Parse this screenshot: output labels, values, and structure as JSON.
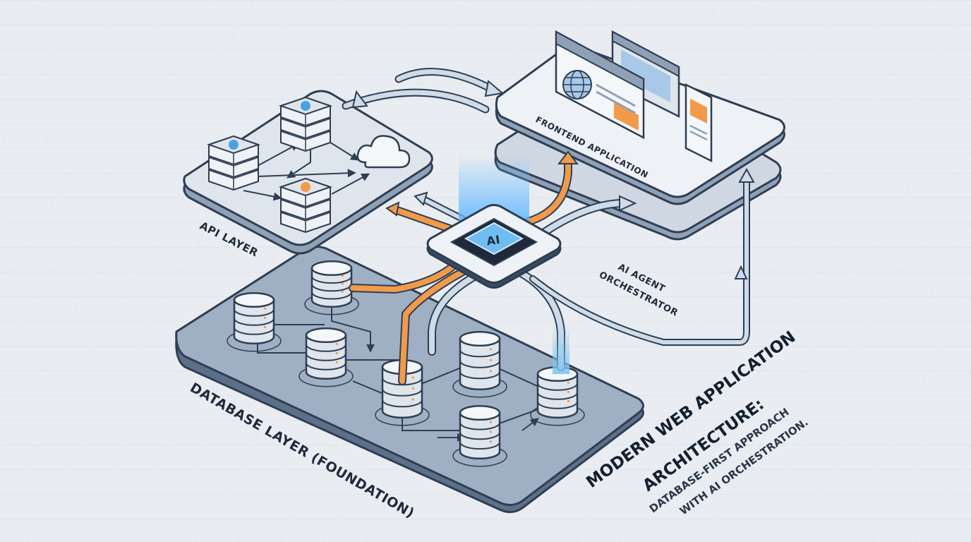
{
  "labels": {
    "api_layer": "API LAYER",
    "frontend": "FRONTEND APPLICATION",
    "orchestrator_line1": "AI AGENT",
    "orchestrator_line2": "ORCHESTRATOR",
    "database": "DATABASE LAYER (FOUNDATION)",
    "chip": "AI"
  },
  "title": {
    "line1": "MODERN WEB APPLICATION",
    "line2": "ARCHITECTURE:",
    "line3": "DATABASE-FIRST APPROACH",
    "line4": "WITH AI ORCHESTRATION."
  },
  "icons": [
    "server-stack-icon",
    "cloud-icon",
    "globe-icon",
    "browser-window-icon",
    "mobile-phone-icon",
    "database-cylinder-icon",
    "ai-chip-icon"
  ],
  "colors": {
    "background": "#e9edf2",
    "platform": "#dde4ec",
    "database_platform": "#8fa1b6",
    "outline": "#2f3e52",
    "accent_orange": "#f19a4a",
    "accent_blue": "#4aa3e0",
    "flow_blue": "#b8c8da"
  }
}
